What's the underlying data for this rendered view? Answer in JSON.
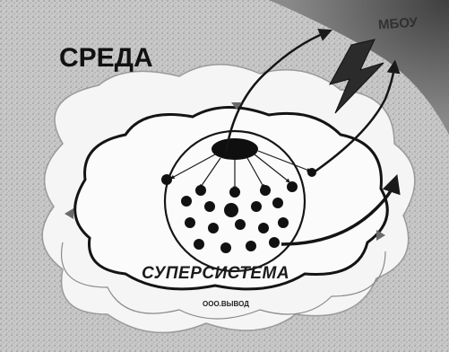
{
  "labels": {
    "environment": "СРЕДА",
    "corner": "МБОУ",
    "supersystem": "СУПЕРСИСТЕМА",
    "caption": "ООО.ВЫВОД"
  },
  "colors": {
    "background_texture": "#bdbdbd",
    "corner_dark": "#5a5a5a",
    "cloud_fill": "#f7f7f7",
    "line": "#1a1a1a",
    "node": "#111111"
  },
  "icons": {
    "lightning": "lightning-bolt-icon",
    "arrows": "double-headed-arrow-icon"
  }
}
